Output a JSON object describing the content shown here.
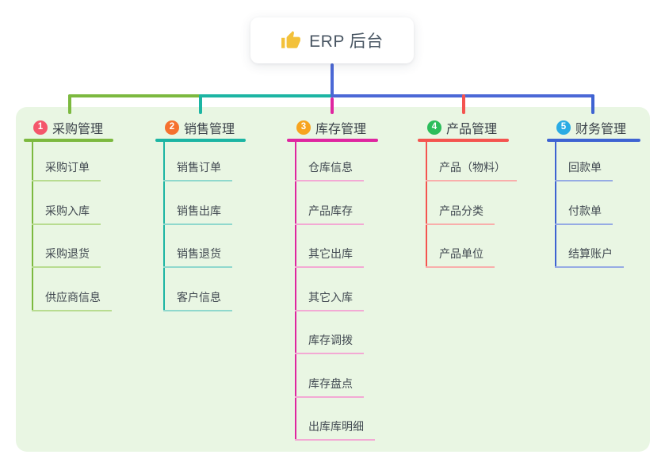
{
  "root": {
    "label": "ERP 后台",
    "icon": "thumbs-up-icon"
  },
  "colors": {
    "canvas_bg": "#e9f6e3",
    "root_line": "#4b68d6",
    "root_text": "#495663",
    "thumb_icon": "#f3c13a"
  },
  "branches": [
    {
      "num": "1",
      "label": "采购管理",
      "badge_color": "#f4566b",
      "line_color": "#7cb93f",
      "child_line_color": "#b8dc90",
      "children": [
        "采购订单",
        "采购入库",
        "采购退货",
        "供应商信息"
      ]
    },
    {
      "num": "2",
      "label": "销售管理",
      "badge_color": "#f5712f",
      "line_color": "#1cb5a3",
      "child_line_color": "#8fd8cd",
      "children": [
        "销售订单",
        "销售出库",
        "销售退货",
        "客户信息"
      ]
    },
    {
      "num": "3",
      "label": "库存管理",
      "badge_color": "#f7a41f",
      "line_color": "#df26a0",
      "child_line_color": "#f3a9d4",
      "children": [
        "仓库信息",
        "产品库存",
        "其它出库",
        "其它入库",
        "库存调拨",
        "库存盘点",
        "出库库明细"
      ]
    },
    {
      "num": "4",
      "label": "产品管理",
      "badge_color": "#2cbd5b",
      "line_color": "#f4544f",
      "child_line_color": "#f9aeab",
      "children": [
        "产品（物料）",
        "产品分类",
        "产品单位"
      ]
    },
    {
      "num": "5",
      "label": "财务管理",
      "badge_color": "#2aabe4",
      "line_color": "#3e63d2",
      "child_line_color": "#96abe4",
      "children": [
        "回款单",
        "付款单",
        "结算账户"
      ]
    }
  ]
}
